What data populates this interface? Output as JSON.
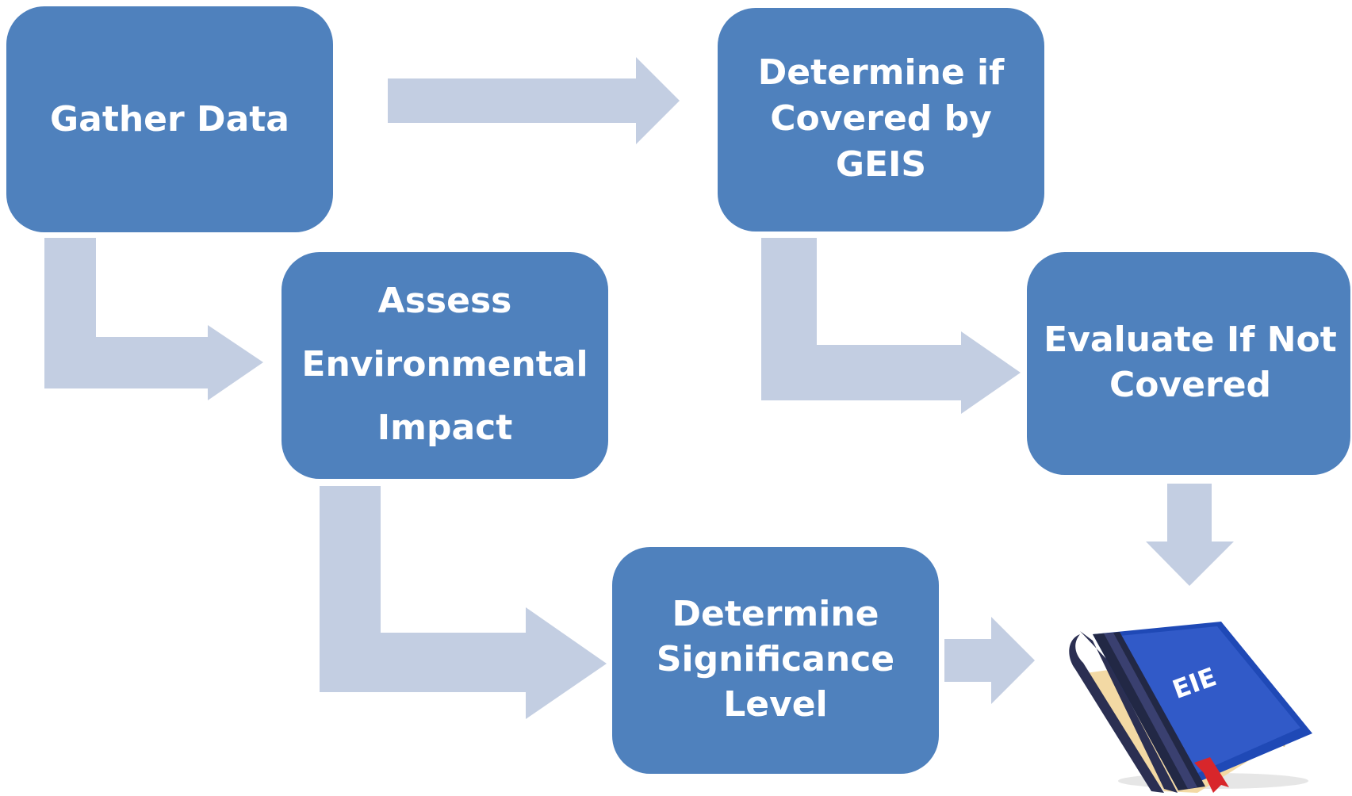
{
  "colors": {
    "box_fill": "#4f81bd",
    "arrow_fill": "#c3cee2",
    "text": "#ffffff",
    "book_cover": "#1f49b6",
    "book_spine": "#2b2f52",
    "book_pages": "#f3d9a4",
    "bookmark": "#d8262b"
  },
  "nodes": {
    "gather_data": {
      "label": "Gather Data"
    },
    "determine_geis": {
      "line1": "Determine if",
      "line2": "Covered by",
      "line3": "GEIS"
    },
    "assess_impact": {
      "line1": "Assess",
      "line2": "Environmental",
      "line3": "Impact"
    },
    "evaluate_not_covered": {
      "line1": "Evaluate If Not",
      "line2": "Covered"
    },
    "determine_significance": {
      "line1": "Determine",
      "line2": "Significance",
      "line3": "Level"
    }
  },
  "book": {
    "label": "EIE",
    "icon": "book-icon"
  }
}
